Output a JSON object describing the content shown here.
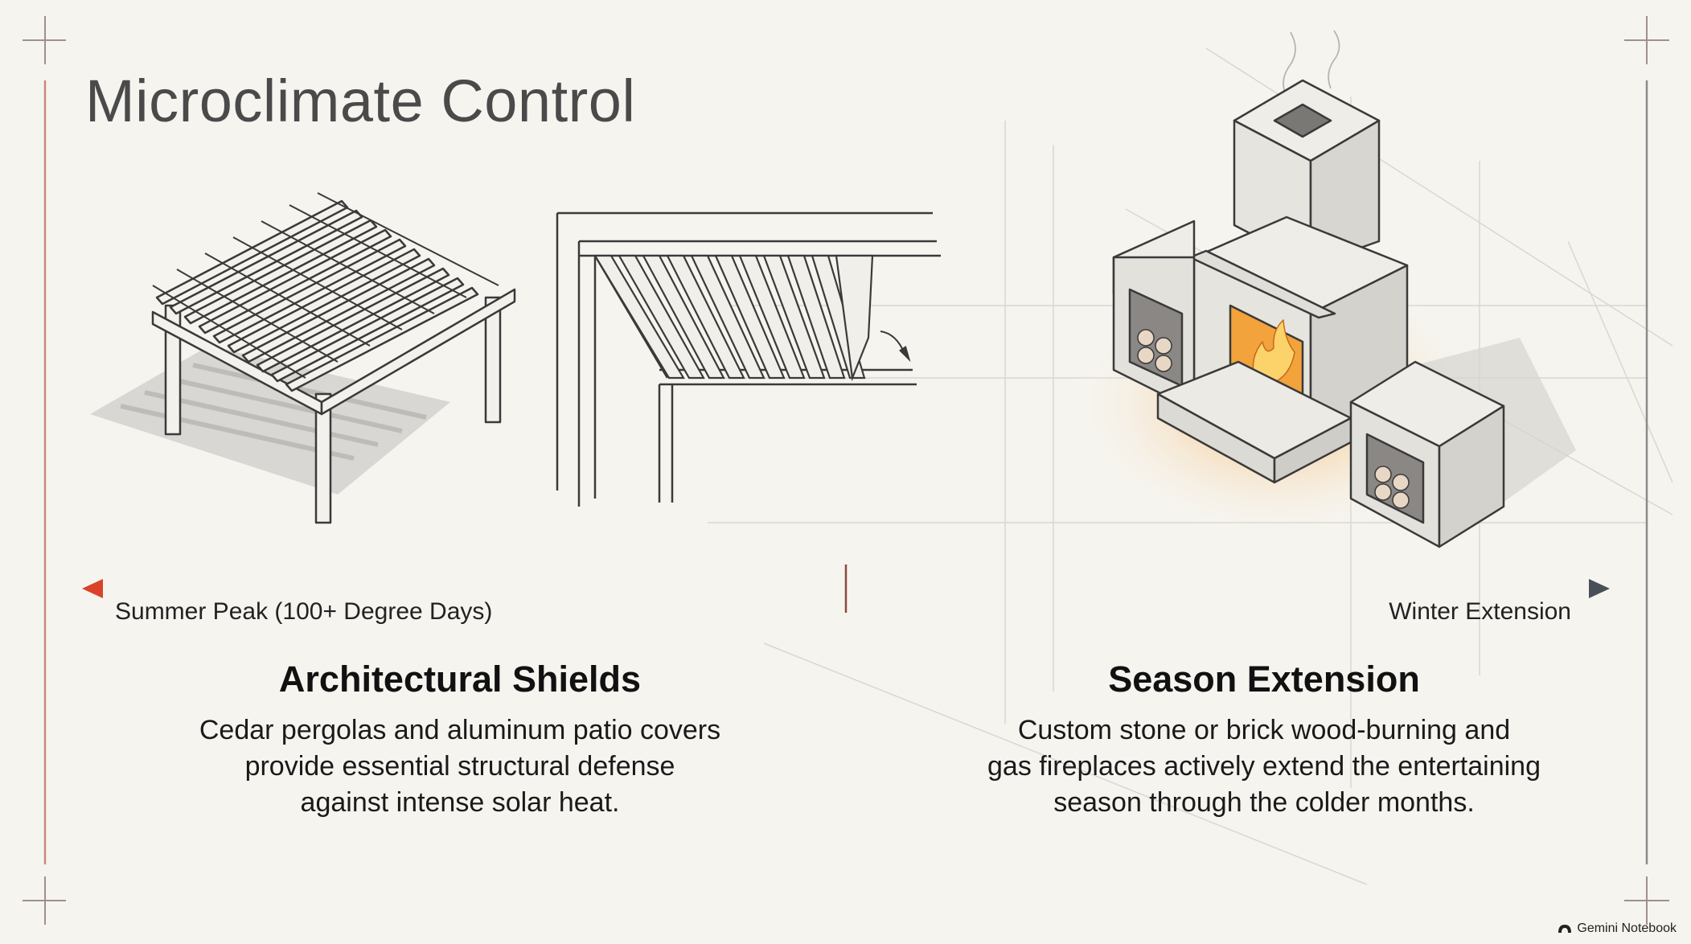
{
  "title": "Microclimate Control",
  "axis": {
    "left_label": "Summer Peak (100+ Degree Days)",
    "right_label": "Winter Extension"
  },
  "columns": [
    {
      "heading": "Architectural Shields",
      "body": "Cedar pergolas and aluminum patio covers\nprovide essential structural defense\nagainst intense solar heat."
    },
    {
      "heading": "Season Extension",
      "body": "Custom stone or brick wood-burning and\ngas fireplaces actively extend the entertaining\nseason through the colder months."
    }
  ],
  "icons": {
    "pergola": "pergola-illustration-icon",
    "louvered_cover": "louvered-patio-cover-icon",
    "fireplace": "outdoor-fireplace-icon"
  },
  "colors": {
    "background": "#f6f4ef",
    "hot": "#d8432a",
    "cold": "#4a4f57",
    "frame_line": "#b98f86"
  },
  "watermark": "Gemini Notebook"
}
